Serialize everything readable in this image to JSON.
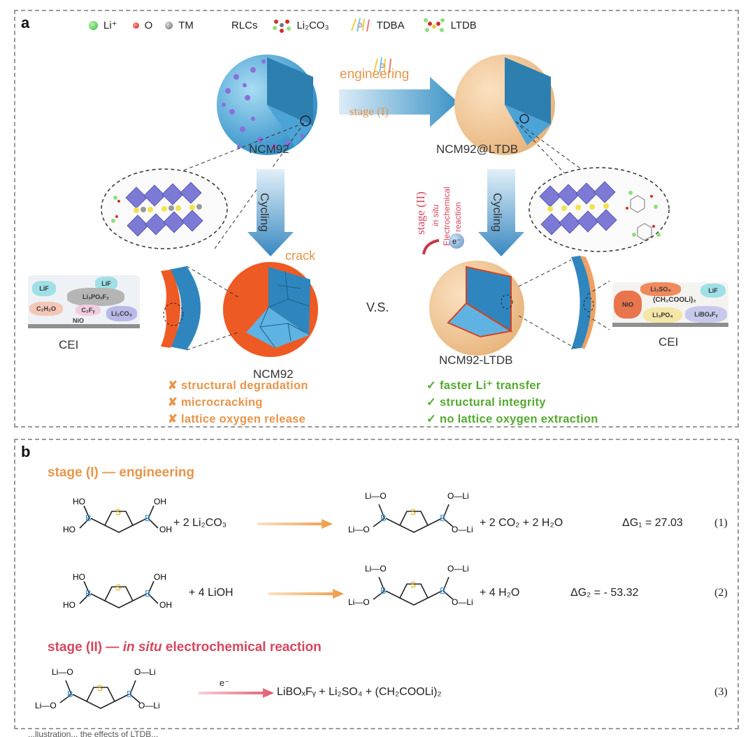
{
  "panel_a": {
    "label": "a",
    "legend": {
      "li": "Li⁺",
      "o": "O",
      "tm": "TM",
      "rlcs": "RLCs",
      "li2co3": "Li₂CO₃",
      "tdba": "TDBA",
      "ltdb": "LTDB"
    },
    "arrow_top_line1": "engineering",
    "arrow_top_line2": "stage (I)",
    "ncm92_top": "NCM92",
    "ncm92_ltdb_top": "NCM92@LTDB",
    "cycling_left": "Cycling",
    "cycling_right": "Cycling",
    "stage2_title": "stage (II)",
    "stage2_insitu": "in situ",
    "stage2_electrochem": "Electrochemical",
    "stage2_reaction": "reaction",
    "electron": "e⁻",
    "crack": "crack",
    "vs": "V.S.",
    "ncm92_bottom": "NCM92",
    "ncm92_ltdb_bottom": "NCM92-LTDB",
    "cei_left": "CEI",
    "cei_right": "CEI",
    "cei_left_species": [
      "LiF",
      "LiF",
      "Li₃POₓF₂",
      "C₂H₂O",
      "C₂Fᵧ",
      "Li₂CO₃",
      "NiO"
    ],
    "cei_right_species": [
      "Li₂SO₄",
      "(CH₂COOLi)₂",
      "LiF",
      "NiO",
      "Li₃PO₄",
      "LiBOₓFᵧ"
    ],
    "left_bullets": [
      "✘ structural degradation",
      "✘ microcracking",
      "✘ lattice oxygen release"
    ],
    "right_bullets": [
      "✓ faster Li⁺ transfer",
      "✓ structural integrity",
      "✓ no lattice oxygen extraction"
    ]
  },
  "panel_b": {
    "label": "b",
    "stage1_heading": "stage (I) — engineering",
    "stage2_heading_prefix": "stage (II) — ",
    "stage2_heading_italic": "in situ",
    "stage2_heading_suffix": " electrochemical reaction",
    "eq1": {
      "reagent": "+ 2 Li₂CO₃",
      "products": "+ 2 CO₂ + 2 H₂O",
      "dg": "ΔG₁ = 27.03",
      "num": "(1)"
    },
    "eq2": {
      "reagent": "+ 4 LiOH",
      "products": "+ 4 H₂O",
      "dg": "ΔG₂ = - 53.32",
      "num": "(2)"
    },
    "eq3": {
      "electron": "e⁻",
      "products": "LiBOₓFᵧ + Li₂SO₄ + (CH₂COOLi)₂",
      "num": "(3)"
    },
    "mol_labels": {
      "b": "B",
      "s": "S",
      "ho": "HO",
      "oh": "OH",
      "li": "Li",
      "o": "O"
    }
  },
  "footer_fragment": "...llustration... the effects of LTDB..."
}
